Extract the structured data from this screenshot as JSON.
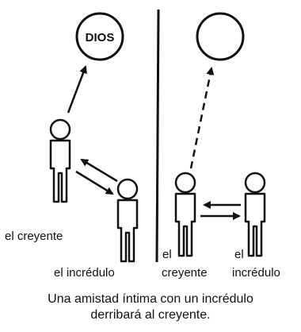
{
  "diagram": {
    "left_panel": {
      "circle_label": "DIOS",
      "believer_label": "el creyente",
      "unbeliever_label": "el incrédulo"
    },
    "right_panel": {
      "circle_label": "",
      "believer_label_line1": "el",
      "believer_label_line2": "creyente",
      "unbeliever_label_line1": "el",
      "unbeliever_label_line2": "incrédulo"
    },
    "caption_line1": "Una amistad íntima con un incrédulo",
    "caption_line2": "derribará al creyente."
  }
}
